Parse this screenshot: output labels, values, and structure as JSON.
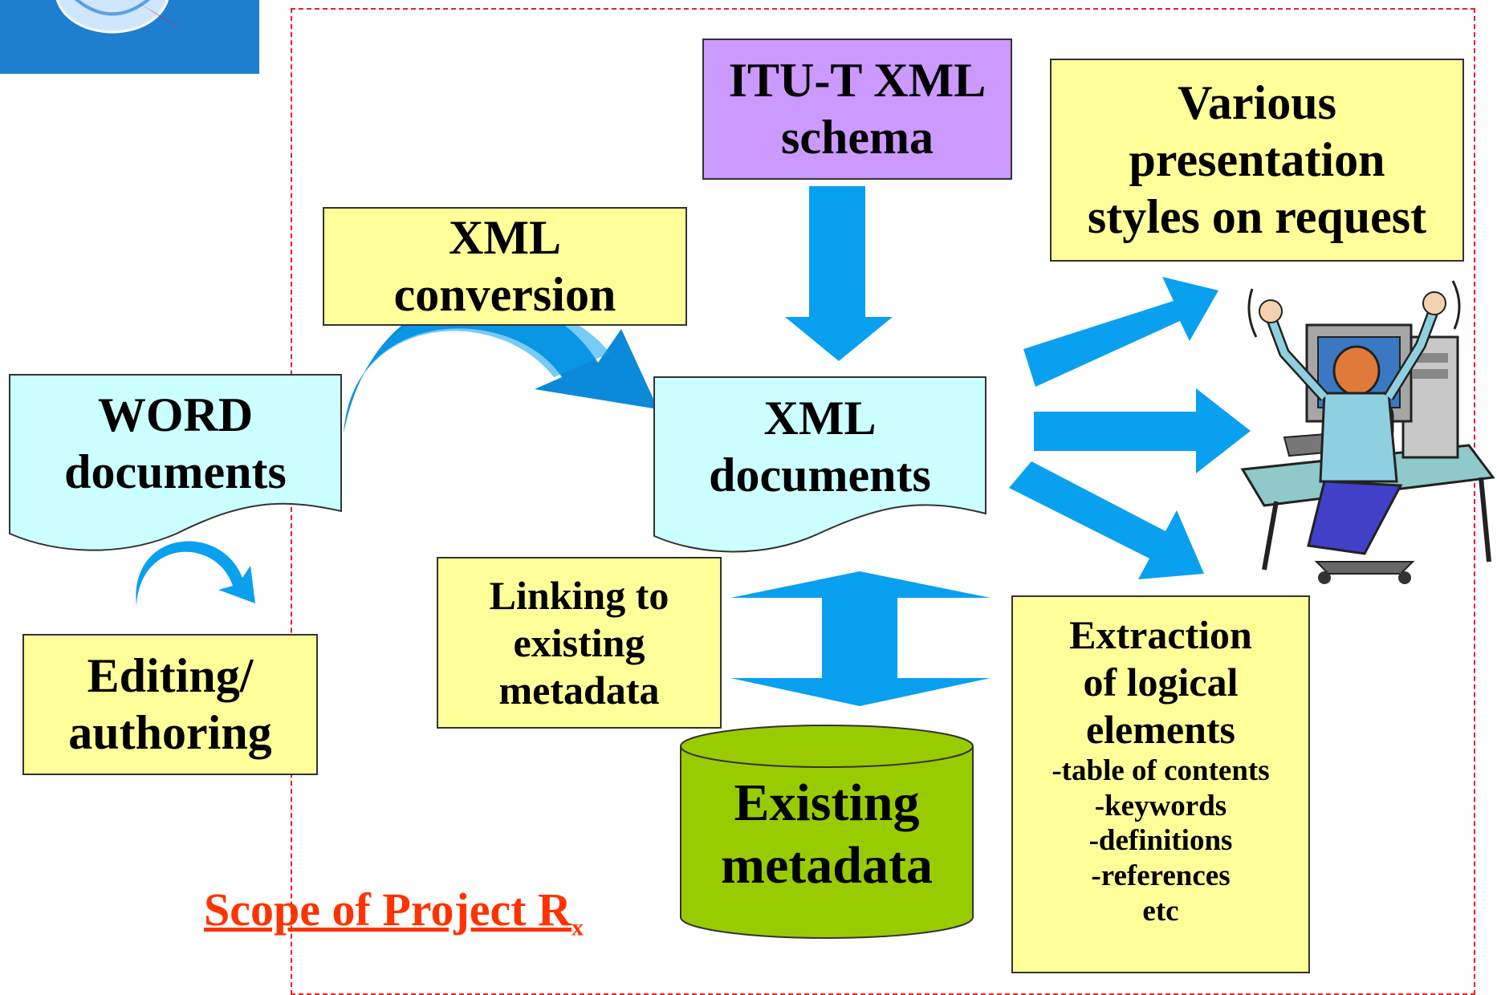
{
  "logo": {
    "name": "itu-logo"
  },
  "colors": {
    "arrow": "#0aa0f0",
    "scope_border": "#e8202a",
    "scope_label": "#ff3300",
    "yellow_box": "#ffff99",
    "purple_box": "#cc99ff",
    "cyan_doc": "#ccffff",
    "database": "#99cc00"
  },
  "nodes": {
    "itu_schema": {
      "line1": "ITU-T XML",
      "line2": "schema"
    },
    "presentation": {
      "line1": "Various",
      "line2": "presentation",
      "line3": "styles on request"
    },
    "xml_conversion": {
      "line1": "XML",
      "line2": "conversion"
    },
    "word_docs": {
      "line1": "WORD",
      "line2": "documents"
    },
    "xml_docs": {
      "line1": "XML",
      "line2": "documents"
    },
    "linking": {
      "line1": "Linking to",
      "line2": "existing",
      "line3": "metadata"
    },
    "editing": {
      "line1": "Editing/",
      "line2": "authoring"
    },
    "existing_metadata": {
      "line1": "Existing",
      "line2": "metadata"
    },
    "extraction": {
      "line1": "Extraction",
      "line2": "of logical",
      "line3": "elements",
      "items": [
        "-table of contents",
        "-keywords",
        "-definitions",
        "-references",
        "etc"
      ]
    }
  },
  "scope_label": {
    "main": "Scope of Project R",
    "sub": "x"
  },
  "illustration": {
    "name": "person-at-computer-illustration"
  }
}
